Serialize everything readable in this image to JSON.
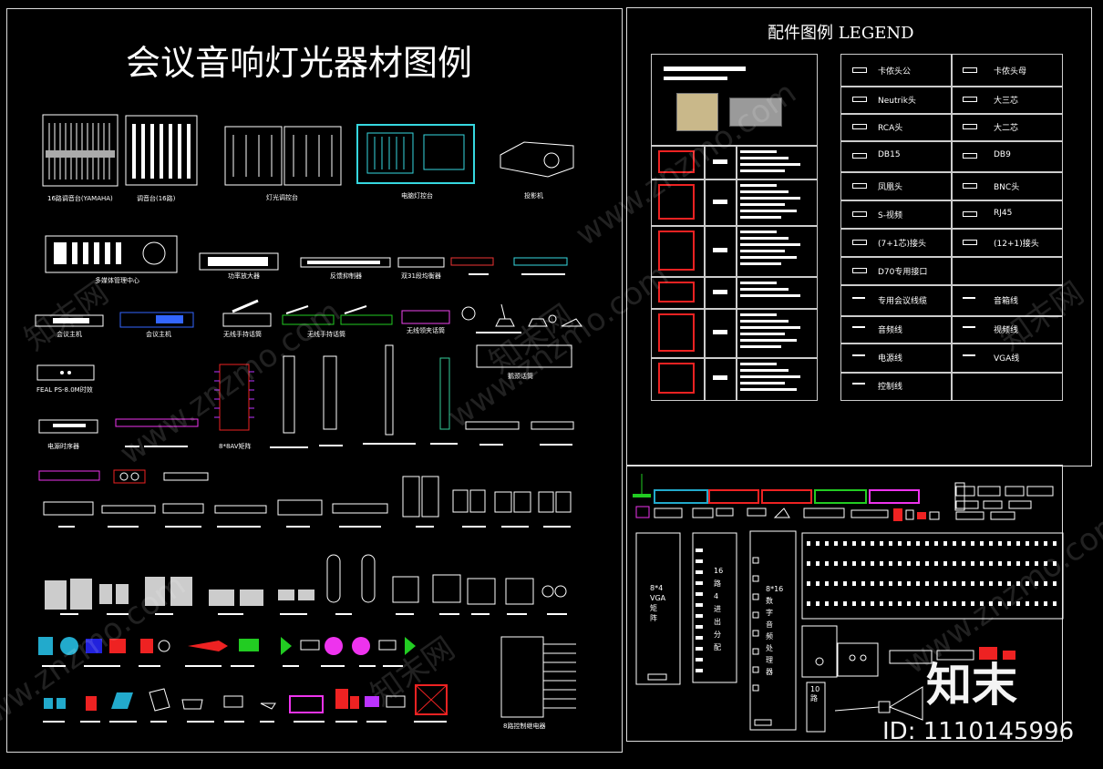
{
  "left_panel": {
    "title": "会议音响灯光器材图例",
    "labels": {
      "mixer16": "16路调音台(YAMAHA)",
      "mixer": "调音台(16路)",
      "light_console": "灯光调控台",
      "pc_light_console": "电脑灯控台",
      "projector": "投影机",
      "multimedia_center": "多媒体管理中心",
      "power_amp": "功率放大器",
      "feedback": "反馈抑制器",
      "dual_drive": "双31段均衡器",
      "conf_host1": "会议主机",
      "conf_host2": "会议主机",
      "wireless_hand": "无线手持话筒",
      "wireless_hand2": "无线手持话筒",
      "wireless_lapel": "无线领夹话筒",
      "gooseneck": "鹅颈话筒",
      "power_seq_model": "FEAL  PS-8.0M时效",
      "power_seq": "电源时序器",
      "matrix": "8*8AV矩阵",
      "relay": "8路控制继电器"
    }
  },
  "legend_panel": {
    "title": "配件图例  LEGEND",
    "rows": [
      {
        "left": "卡侬头公",
        "right": "卡侬头母"
      },
      {
        "left": "Neutrik头",
        "right": "大三芯"
      },
      {
        "left": "RCA头",
        "right": "大二芯"
      },
      {
        "left": "DB15",
        "right": "DB9"
      },
      {
        "left": "凤凰头",
        "right": "BNC头"
      },
      {
        "left": "S-视频",
        "right": "RJ45"
      },
      {
        "left": "(7+1芯)接头",
        "right": "(12+1)接头"
      },
      {
        "left": "D70专用接口",
        "right": ""
      },
      {
        "left": "专用会议线缆",
        "right": "音箱线"
      },
      {
        "left": "音频线",
        "right": "视频线"
      },
      {
        "left": "电源线",
        "right": "VGA线"
      },
      {
        "left": "控制线",
        "right": ""
      }
    ]
  },
  "lower_right": {
    "rack_labels": [
      "8*4 VGA 矩 阵",
      "16 路 4 进 出 分 配",
      "8*16 数 字 音 频 处 理 器"
    ],
    "small_label": "10 路"
  },
  "watermark": {
    "site": "www.znzmo.com",
    "brand": "知末网",
    "logo": "知末",
    "id": "ID: 1110145996"
  }
}
